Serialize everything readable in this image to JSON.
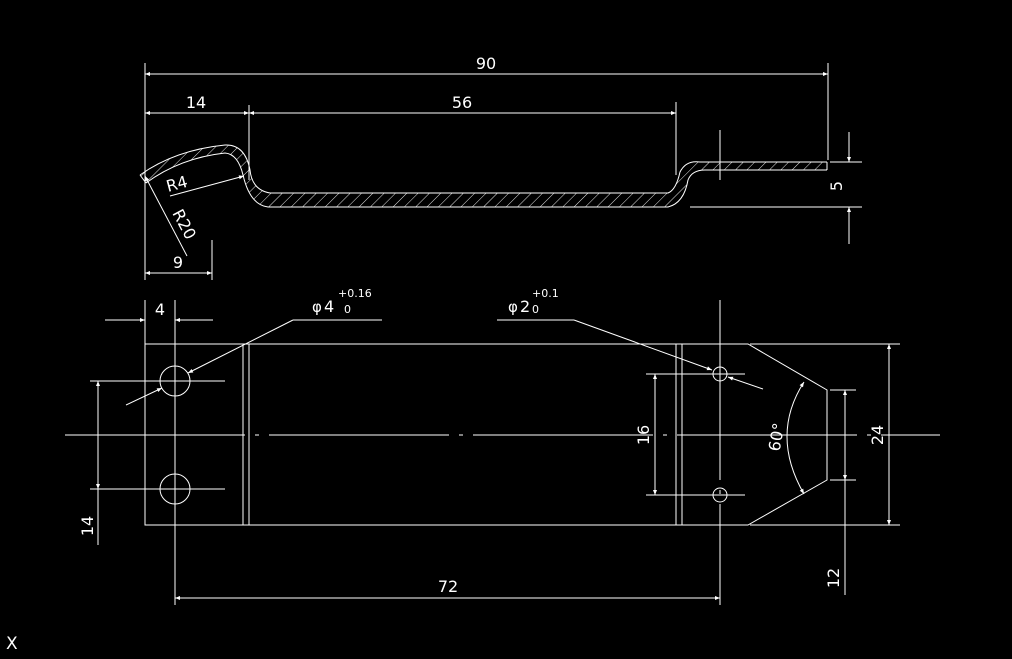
{
  "ucs_label": "X",
  "colors": {
    "background": "#000000",
    "linework": "#ffffff"
  },
  "top_view": {
    "overall_length": "90",
    "left_segment": "14",
    "flat_length": "56",
    "step_height": "5",
    "radius_small": "R4",
    "radius_large": "R20",
    "hook_width": "9"
  },
  "plan_view": {
    "edge_offset": "4",
    "hole_left_diameter": "4",
    "hole_left_tol_upper": "+0.16",
    "hole_left_tol_lower": "0",
    "hole_right_diameter": "2",
    "hole_right_tol_upper": "+0.1",
    "hole_right_tol_lower": "0",
    "diameter_symbol": "φ",
    "hole_spacing_vertical": "14",
    "right_hole_spacing": "16",
    "hole_center_distance": "72",
    "overall_width": "24",
    "tip_width": "12",
    "chamfer_angle": "60°"
  }
}
